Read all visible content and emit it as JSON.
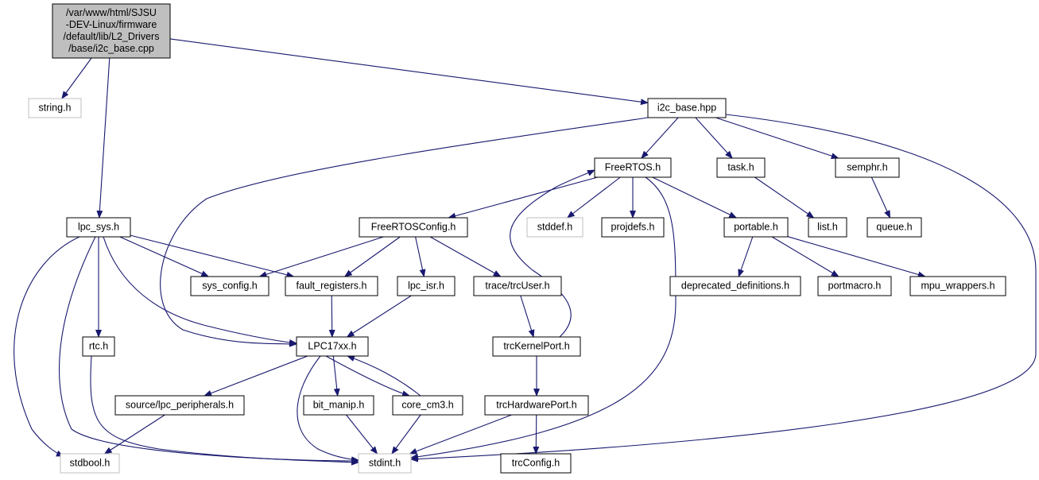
{
  "colors": {
    "edge": "#191970",
    "node_border": "#000000",
    "missing_border": "#bfbfbf",
    "root_fill": "#bfbfbf",
    "node_fill": "#ffffff"
  },
  "nodes": {
    "root": {
      "lines": [
        "/var/www/html/SJSU",
        "-DEV-Linux/firmware",
        "/default/lib/L2_Drivers",
        "/base/i2c_base.cpp"
      ],
      "kind": "root"
    },
    "string_h": {
      "label": "string.h",
      "kind": "missing"
    },
    "i2c_base_hpp": {
      "label": "i2c_base.hpp",
      "kind": "normal"
    },
    "freertos_h": {
      "label": "FreeRTOS.h",
      "kind": "normal"
    },
    "task_h": {
      "label": "task.h",
      "kind": "normal"
    },
    "semphr_h": {
      "label": "semphr.h",
      "kind": "normal"
    },
    "lpc_sys_h": {
      "label": "lpc_sys.h",
      "kind": "normal"
    },
    "freertosconfig_h": {
      "label": "FreeRTOSConfig.h",
      "kind": "normal"
    },
    "stddef_h": {
      "label": "stddef.h",
      "kind": "missing"
    },
    "projdefs_h": {
      "label": "projdefs.h",
      "kind": "normal"
    },
    "portable_h": {
      "label": "portable.h",
      "kind": "normal"
    },
    "list_h": {
      "label": "list.h",
      "kind": "normal"
    },
    "queue_h": {
      "label": "queue.h",
      "kind": "normal"
    },
    "sys_config_h": {
      "label": "sys_config.h",
      "kind": "normal"
    },
    "fault_registers_h": {
      "label": "fault_registers.h",
      "kind": "normal"
    },
    "lpc_isr_h": {
      "label": "lpc_isr.h",
      "kind": "normal"
    },
    "trcuser_h": {
      "label": "trace/trcUser.h",
      "kind": "normal"
    },
    "deprecated_definitions_h": {
      "label": "deprecated_definitions.h",
      "kind": "normal"
    },
    "portmacro_h": {
      "label": "portmacro.h",
      "kind": "normal"
    },
    "mpu_wrappers_h": {
      "label": "mpu_wrappers.h",
      "kind": "normal"
    },
    "rtc_h": {
      "label": "rtc.h",
      "kind": "normal"
    },
    "lpc17xx_h": {
      "label": "LPC17xx.h",
      "kind": "normal"
    },
    "trckernelport_h": {
      "label": "trcKernelPort.h",
      "kind": "normal"
    },
    "source_lpc_peripherals_h": {
      "label": "source/lpc_peripherals.h",
      "kind": "normal"
    },
    "bit_manip_h": {
      "label": "bit_manip.h",
      "kind": "normal"
    },
    "core_cm3_h": {
      "label": "core_cm3.h",
      "kind": "normal"
    },
    "trchardwareport_h": {
      "label": "trcHardwarePort.h",
      "kind": "normal"
    },
    "stdbool_h": {
      "label": "stdbool.h",
      "kind": "missing"
    },
    "stdint_h": {
      "label": "stdint.h",
      "kind": "missing"
    },
    "trcconfig_h": {
      "label": "trcConfig.h",
      "kind": "normal"
    }
  },
  "edges": [
    [
      "root",
      "string_h"
    ],
    [
      "root",
      "lpc_sys_h"
    ],
    [
      "root",
      "i2c_base_hpp"
    ],
    [
      "i2c_base_hpp",
      "freertos_h"
    ],
    [
      "i2c_base_hpp",
      "task_h"
    ],
    [
      "i2c_base_hpp",
      "semphr_h"
    ],
    [
      "i2c_base_hpp",
      "lpc17xx_h"
    ],
    [
      "i2c_base_hpp",
      "stdint_h"
    ],
    [
      "freertos_h",
      "freertosconfig_h"
    ],
    [
      "freertos_h",
      "stddef_h"
    ],
    [
      "freertos_h",
      "projdefs_h"
    ],
    [
      "freertos_h",
      "portable_h"
    ],
    [
      "freertos_h",
      "stdint_h"
    ],
    [
      "task_h",
      "list_h"
    ],
    [
      "semphr_h",
      "queue_h"
    ],
    [
      "freertosconfig_h",
      "sys_config_h"
    ],
    [
      "freertosconfig_h",
      "fault_registers_h"
    ],
    [
      "freertosconfig_h",
      "lpc_isr_h"
    ],
    [
      "freertosconfig_h",
      "trcuser_h"
    ],
    [
      "portable_h",
      "deprecated_definitions_h"
    ],
    [
      "portable_h",
      "portmacro_h"
    ],
    [
      "portable_h",
      "mpu_wrappers_h"
    ],
    [
      "lpc_sys_h",
      "sys_config_h"
    ],
    [
      "lpc_sys_h",
      "fault_registers_h"
    ],
    [
      "lpc_sys_h",
      "lpc17xx_h"
    ],
    [
      "lpc_sys_h",
      "rtc_h"
    ],
    [
      "lpc_sys_h",
      "stdbool_h"
    ],
    [
      "lpc_sys_h",
      "stdint_h"
    ],
    [
      "fault_registers_h",
      "lpc17xx_h"
    ],
    [
      "lpc_isr_h",
      "lpc17xx_h"
    ],
    [
      "trcuser_h",
      "trckernelport_h"
    ],
    [
      "trckernelport_h",
      "freertos_h"
    ],
    [
      "trckernelport_h",
      "trchardwareport_h"
    ],
    [
      "rtc_h",
      "stdint_h"
    ],
    [
      "lpc17xx_h",
      "source_lpc_peripherals_h"
    ],
    [
      "lpc17xx_h",
      "bit_manip_h"
    ],
    [
      "lpc17xx_h",
      "core_cm3_h"
    ],
    [
      "lpc17xx_h",
      "stdint_h"
    ],
    [
      "core_cm3_h",
      "lpc17xx_h"
    ],
    [
      "core_cm3_h",
      "stdint_h"
    ],
    [
      "bit_manip_h",
      "stdint_h"
    ],
    [
      "source_lpc_peripherals_h",
      "stdbool_h"
    ],
    [
      "trchardwareport_h",
      "stdint_h"
    ],
    [
      "trchardwareport_h",
      "trcconfig_h"
    ]
  ]
}
